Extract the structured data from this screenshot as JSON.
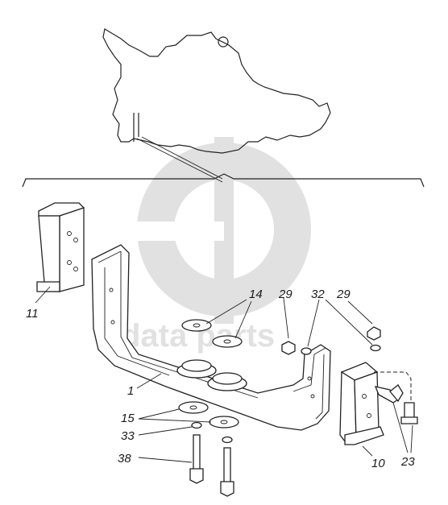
{
  "watermark": {
    "text": "data parts",
    "color": "#c8c8c8"
  },
  "callouts": [
    {
      "id": "callout-1",
      "text": "1"
    },
    {
      "id": "callout-10",
      "text": "10"
    },
    {
      "id": "callout-11",
      "text": "11"
    },
    {
      "id": "callout-14",
      "text": "14"
    },
    {
      "id": "callout-15",
      "text": "15"
    },
    {
      "id": "callout-23",
      "text": "23"
    },
    {
      "id": "callout-29a",
      "text": "29"
    },
    {
      "id": "callout-29b",
      "text": "29"
    },
    {
      "id": "callout-32",
      "text": "32"
    },
    {
      "id": "callout-33",
      "text": "33"
    },
    {
      "id": "callout-38",
      "text": "38"
    }
  ]
}
